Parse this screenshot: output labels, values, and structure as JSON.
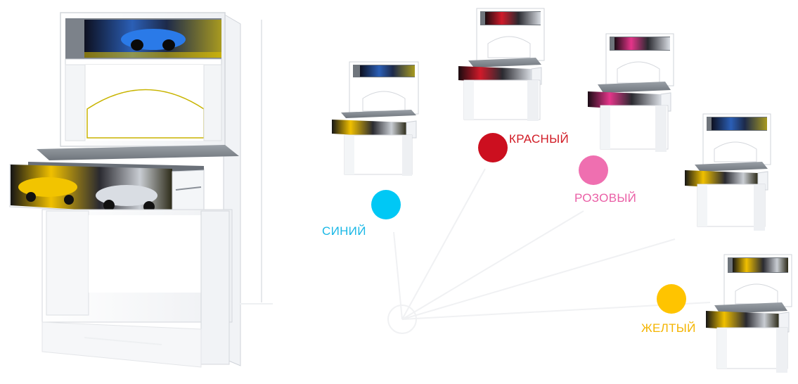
{
  "colors": {
    "background": "#ffffff",
    "furniture_body": "#ffffff",
    "furniture_edge": "#c9cdd4",
    "shelf_gray": "#8a8f96",
    "yellow_trim": "#c8b400",
    "poster_dark": "#1b1b22",
    "car_blue": "#1f6fd6",
    "car_yellow": "#f2c400",
    "car_silver": "#d9dde3",
    "car_red": "#d01a2a",
    "car_pink": "#e5358a"
  },
  "swatches": [
    {
      "id": "blue",
      "label": "СИНИЙ",
      "color": "#00c8f5",
      "text_color": "#1ab8e6"
    },
    {
      "id": "red",
      "label": "КРАСНЫЙ",
      "color": "#cc0f1f",
      "text_color": "#d11a24"
    },
    {
      "id": "pink",
      "label": "РОЗОВЫЙ",
      "color": "#ef6fb0",
      "text_color": "#ea5fa6"
    },
    {
      "id": "yellow",
      "label": "ЖЕЛТЫЙ",
      "color": "#ffc400",
      "text_color": "#f4b400"
    }
  ],
  "desks": [
    {
      "id": "main",
      "poster_top": "blue",
      "poster_drawer": "yellow"
    },
    {
      "id": "variant-blue",
      "poster_top": "blue",
      "poster_drawer": "yellow"
    },
    {
      "id": "variant-red",
      "poster_top": "red",
      "poster_drawer": "red"
    },
    {
      "id": "variant-pink",
      "poster_top": "pink",
      "poster_drawer": "pink"
    },
    {
      "id": "variant-blue-2",
      "poster_top": "blue",
      "poster_drawer": "yellow"
    },
    {
      "id": "variant-yellow",
      "poster_top": "yellow",
      "poster_drawer": "yellow"
    }
  ]
}
